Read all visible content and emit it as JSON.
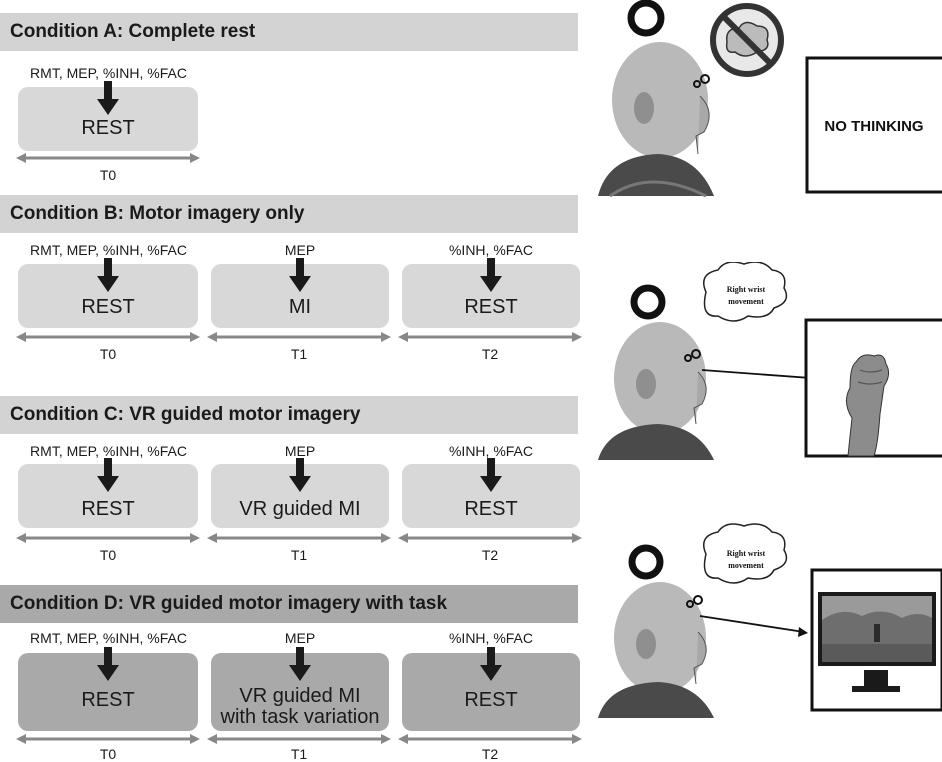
{
  "conditions": [
    {
      "title": "Condition A: Complete rest",
      "phases": [
        {
          "measure": "RMT, MEP, %INH, %FAC",
          "label": "REST",
          "time": "T0"
        }
      ]
    },
    {
      "title": "Condition B: Motor imagery only",
      "phases": [
        {
          "measure": "RMT, MEP, %INH, %FAC",
          "label": "REST",
          "time": "T0"
        },
        {
          "measure": "MEP",
          "label": "MI",
          "time": "T1"
        },
        {
          "measure": "%INH, %FAC",
          "label": "REST",
          "time": "T2"
        }
      ]
    },
    {
      "title": "Condition C: VR guided motor imagery",
      "phases": [
        {
          "measure": "RMT, MEP, %INH, %FAC",
          "label": "REST",
          "time": "T0"
        },
        {
          "measure": "MEP",
          "label": "VR guided MI",
          "time": "T1"
        },
        {
          "measure": "%INH, %FAC",
          "label": "REST",
          "time": "T2"
        }
      ]
    },
    {
      "title": "Condition D: VR guided motor imagery with task",
      "phases": [
        {
          "measure": "RMT, MEP, %INH, %FAC",
          "label": "REST",
          "time": "T0"
        },
        {
          "measure": "MEP",
          "label": "VR guided MI with task variation",
          "label_line1": "VR guided MI",
          "label_line2": "with task variation",
          "time": "T1"
        },
        {
          "measure": "%INH, %FAC",
          "label": "REST",
          "time": "T2"
        }
      ]
    }
  ],
  "illustrations": {
    "a": {
      "screen_text": "NO THINKING",
      "thought_icon": "no-thinking-icon"
    },
    "b": {
      "thought": "Right wrist movement",
      "thought_line1": "Right wrist",
      "thought_line2": "movement",
      "screen_icon": "fist-icon"
    },
    "c": {
      "thought": "Right wrist movement",
      "thought_line1": "Right wrist",
      "thought_line2": "movement",
      "screen_icon": "vr-monitor-icon"
    }
  },
  "colors": {
    "light_panel": "#d8d8d8",
    "dark_panel": "#a9a9a9",
    "arrow": "#1a1a1a",
    "timeline": "#888888"
  }
}
